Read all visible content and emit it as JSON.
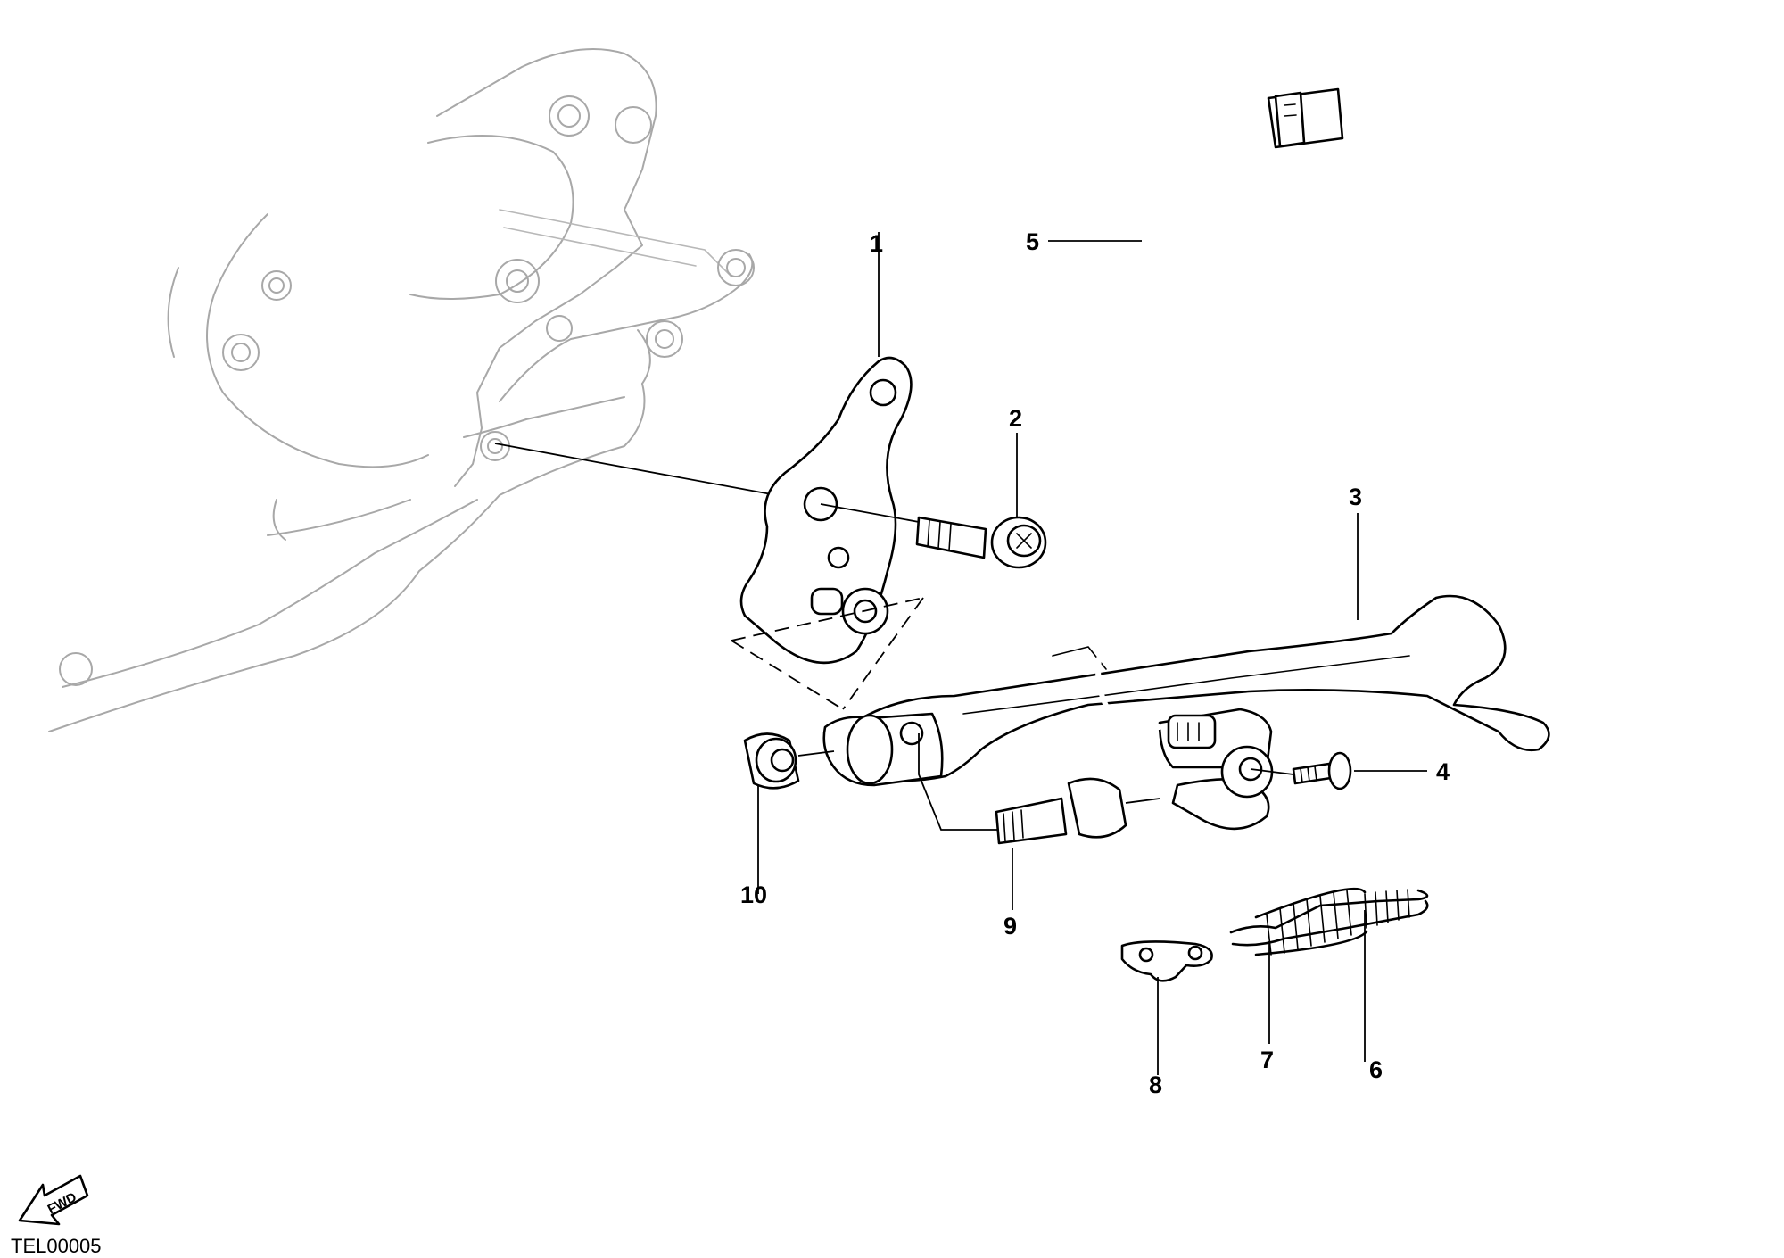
{
  "callouts": [
    "1",
    "2",
    "3",
    "4",
    "5",
    "6",
    "7",
    "8",
    "9",
    "10"
  ],
  "fwd_label": "FWD",
  "reference_code": "TEL00005",
  "icons": {
    "direction_arrow": "fwd-arrow-icon"
  }
}
